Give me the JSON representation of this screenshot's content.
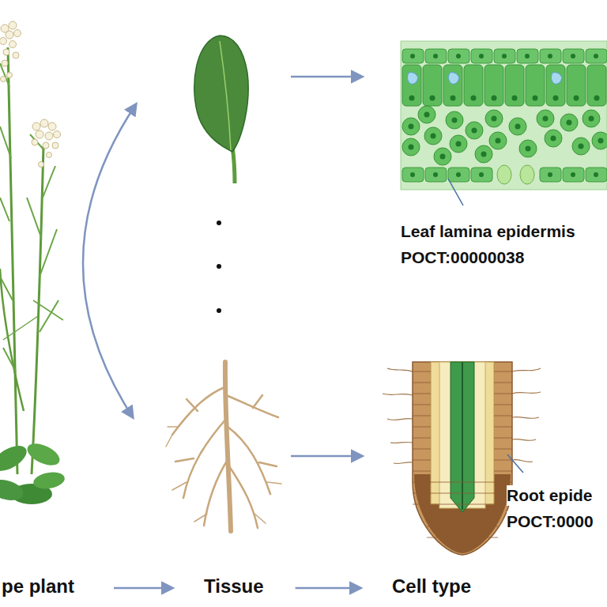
{
  "diagram": {
    "nodes": [
      {
        "text": [
          "pe plant"
        ]
      },
      {
        "text": [
          "Tissue"
        ]
      },
      {
        "text": [
          "Cell type"
        ]
      }
    ],
    "edges": [
      {
        "from": 0,
        "to": 1,
        "arrow": "to"
      },
      {
        "from": 1,
        "to": 2,
        "arrow": "to"
      }
    ],
    "labels": [
      "Leaf lamina epidermis",
      "POCT:00000038",
      "Root epide",
      "POCT:0000"
    ]
  }
}
